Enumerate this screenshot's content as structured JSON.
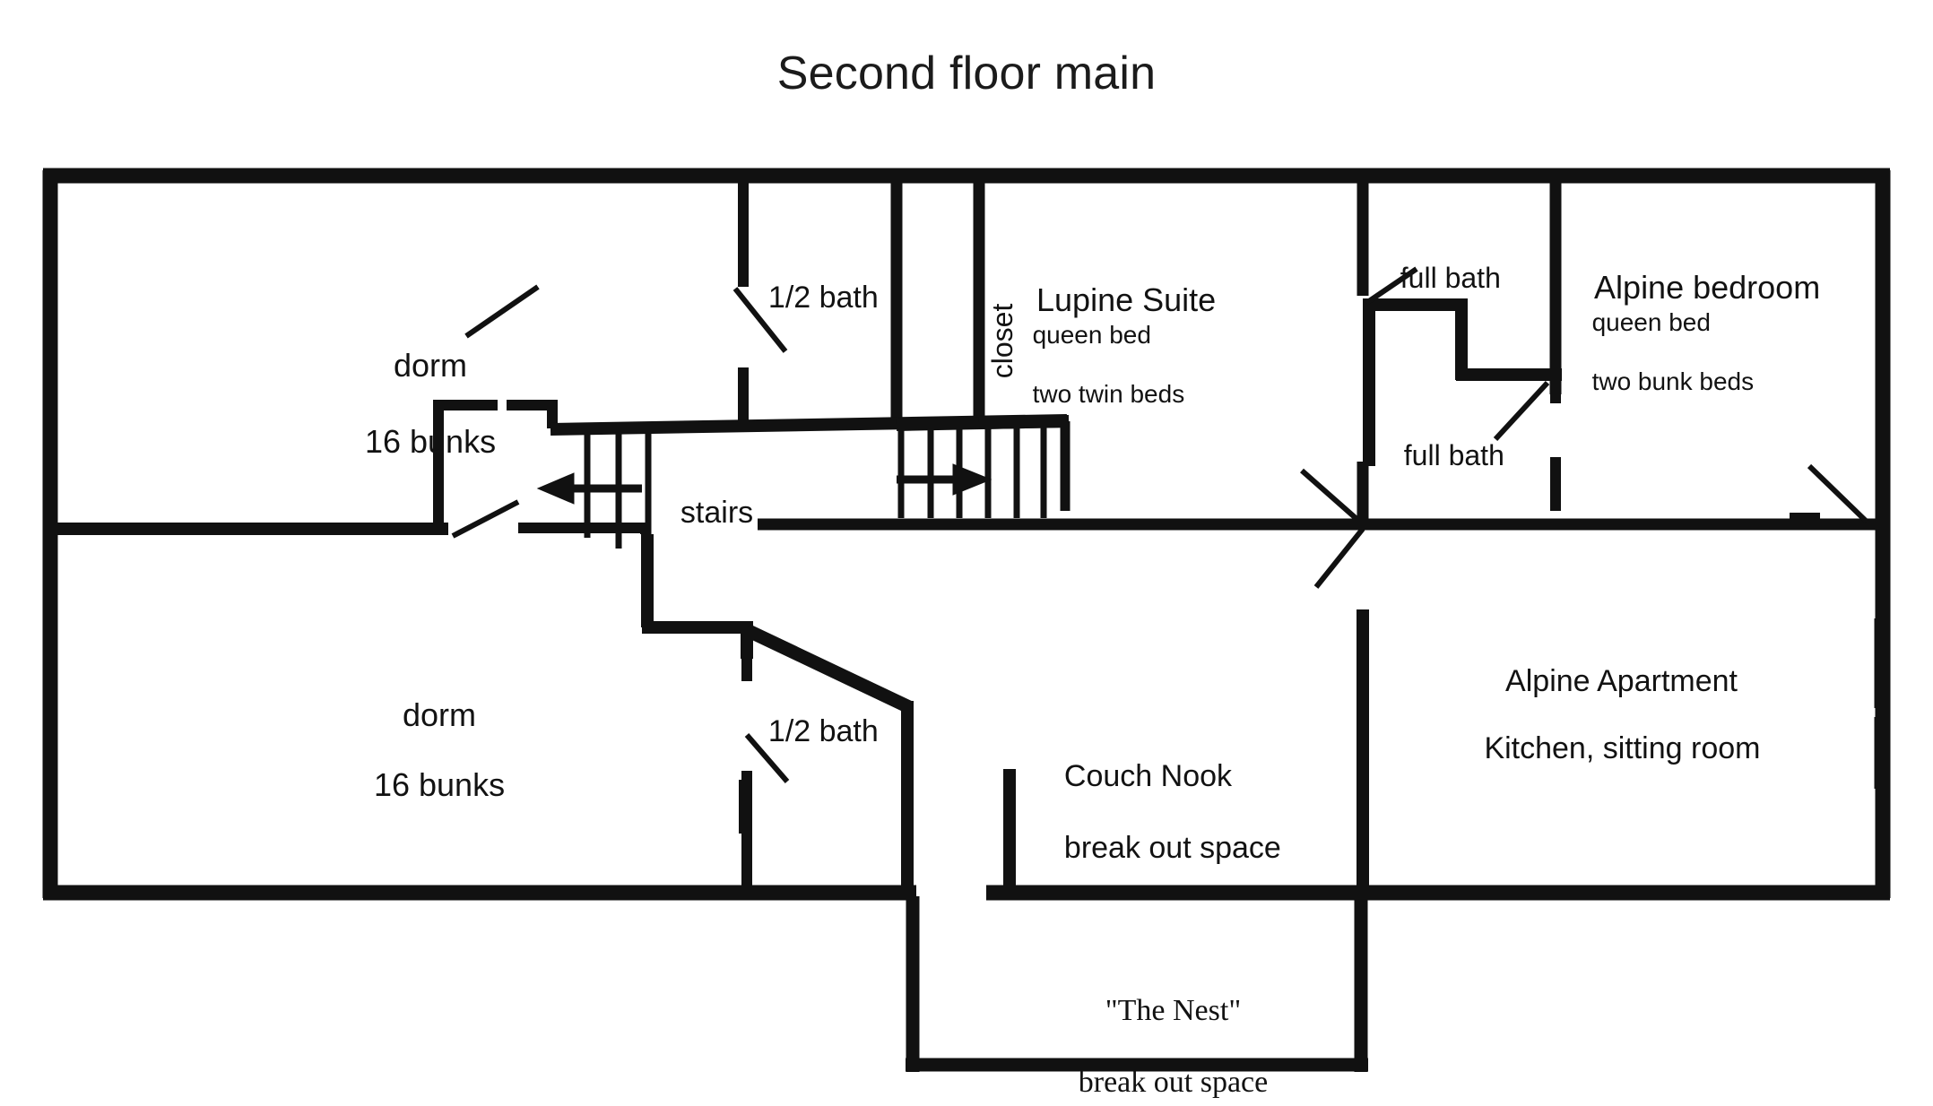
{
  "title": "Second floor main",
  "rooms": {
    "dorm_upper": {
      "name": "dorm",
      "detail": "16 bunks"
    },
    "dorm_lower": {
      "name": "dorm",
      "detail": "16 bunks"
    },
    "half_bath_upper": {
      "name": "1/2 bath"
    },
    "half_bath_lower": {
      "name": "1/2 bath"
    },
    "closet": {
      "name": "closet"
    },
    "stairs": {
      "name": "stairs"
    },
    "lupine_suite": {
      "name": "Lupine Suite",
      "bed1": "queen bed",
      "bed2": "two twin beds"
    },
    "full_bath_upper": {
      "name": "full bath"
    },
    "full_bath_lower": {
      "name": "full bath"
    },
    "alpine_bedroom": {
      "name": "Alpine bedroom",
      "bed1": "queen bed",
      "bed2": "two bunk beds"
    },
    "alpine_apartment": {
      "name": "Alpine Apartment",
      "detail": "Kitchen, sitting room"
    },
    "couch_nook": {
      "name": "Couch Nook",
      "detail": "break out space"
    },
    "the_nest": {
      "name": "\"The Nest\"",
      "detail": "break out space"
    }
  },
  "colors": {
    "wall": "#111111",
    "background": "#ffffff",
    "text": "#121212"
  }
}
